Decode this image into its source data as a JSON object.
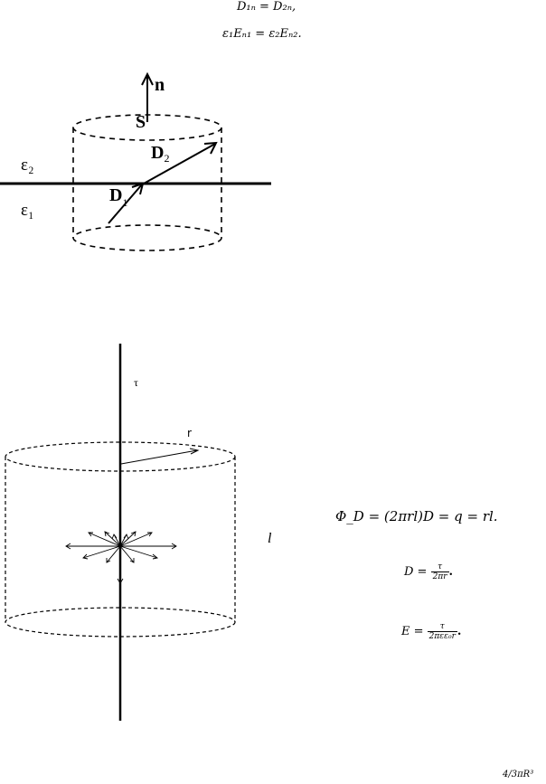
{
  "equations": {
    "eq1": "D₁ₙ = D₂ₙ,",
    "eq2": "ε₁Eₙ₁ = ε₂Eₙ₂.",
    "flux": "Φ_D = (2πrl)D = q = rl.",
    "D_lhs": "D = ",
    "D_num": "τ",
    "D_den": "2πr",
    "D_end": ".",
    "E_lhs": "E = ",
    "E_num": "τ",
    "E_den": "2πεε₀r",
    "E_end": ".",
    "corner": "4/3πR³"
  },
  "figure1": {
    "normal_label": "n",
    "surface_label": "S",
    "eps2": "ε₂",
    "eps1": "ε₁",
    "D2": "D",
    "D2_sub": "2",
    "D1": "D",
    "D1_sub": "1"
  },
  "figure2": {
    "tau_label": "τ",
    "r_label": "r",
    "l_label": "l"
  }
}
